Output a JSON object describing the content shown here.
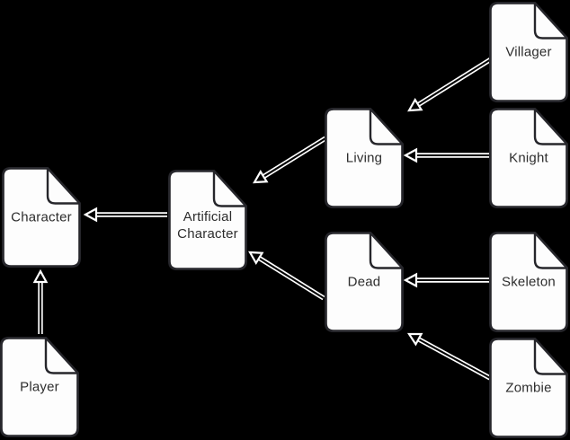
{
  "diagram": {
    "background_color": "#000000",
    "node_fill_color": "#fdfdfd",
    "node_stroke_color": "#26262b",
    "node_text_color": "#2d2d2d",
    "arrow_color": "#ffffff",
    "nodes": {
      "character": {
        "label": "Character"
      },
      "artificial-character": {
        "label": "Artificial Character"
      },
      "living": {
        "label": "Living"
      },
      "dead": {
        "label": "Dead"
      },
      "villager": {
        "label": "Villager"
      },
      "knight": {
        "label": "Knight"
      },
      "skeleton": {
        "label": "Skeleton"
      },
      "zombie": {
        "label": "Zombie"
      },
      "player": {
        "label": "Player"
      }
    },
    "edges": [
      {
        "from": "villager",
        "to": "living"
      },
      {
        "from": "knight",
        "to": "living"
      },
      {
        "from": "living",
        "to": "artificial-character"
      },
      {
        "from": "skeleton",
        "to": "dead"
      },
      {
        "from": "zombie",
        "to": "dead"
      },
      {
        "from": "dead",
        "to": "artificial-character"
      },
      {
        "from": "artificial-character",
        "to": "character"
      },
      {
        "from": "player",
        "to": "character"
      }
    ]
  }
}
